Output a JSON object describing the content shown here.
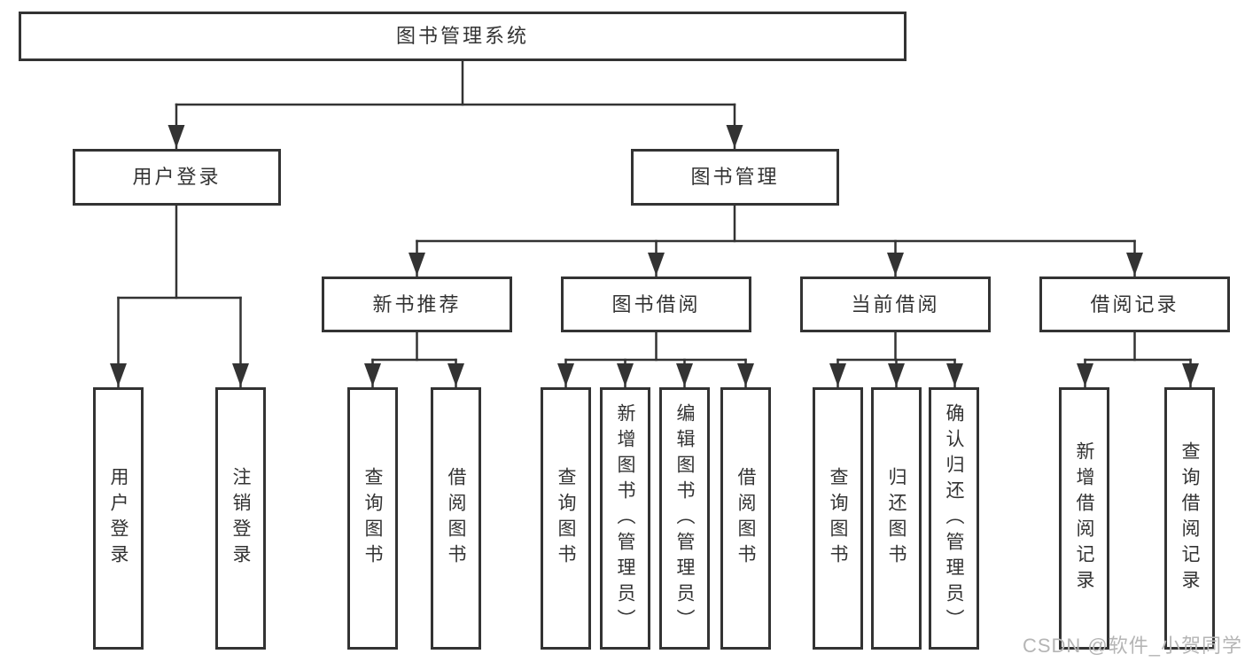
{
  "tree": {
    "root": {
      "label": "图书管理系统"
    },
    "level2": [
      {
        "label": "用户登录"
      },
      {
        "label": "图书管理"
      }
    ],
    "level3": [
      {
        "label": "新书推荐",
        "parent": "图书管理"
      },
      {
        "label": "图书借阅",
        "parent": "图书管理"
      },
      {
        "label": "当前借阅",
        "parent": "图书管理"
      },
      {
        "label": "借阅记录",
        "parent": "图书管理"
      }
    ],
    "leaves": [
      {
        "label": "用户登录",
        "parent": "用户登录"
      },
      {
        "label": "注销登录",
        "parent": "用户登录"
      },
      {
        "label": "查询图书",
        "parent": "新书推荐"
      },
      {
        "label": "借阅图书",
        "parent": "新书推荐"
      },
      {
        "label": "查询图书",
        "parent": "图书借阅"
      },
      {
        "label": "新增图书（管理员）",
        "parent": "图书借阅"
      },
      {
        "label": "编辑图书（管理员）",
        "parent": "图书借阅"
      },
      {
        "label": "借阅图书",
        "parent": "图书借阅"
      },
      {
        "label": "查询图书",
        "parent": "当前借阅"
      },
      {
        "label": "归还图书",
        "parent": "当前借阅"
      },
      {
        "label": "确认归还（管理员）",
        "parent": "当前借阅"
      },
      {
        "label": "新增借阅记录",
        "parent": "借阅记录"
      },
      {
        "label": "查询借阅记录",
        "parent": "借阅记录"
      }
    ]
  },
  "watermark": {
    "text": "CSDN @软件_小贺同学"
  },
  "colors": {
    "line": "#333333",
    "box_border": "#333333",
    "text": "#333333",
    "background": "#ffffff",
    "watermark": "#b5b5b5"
  }
}
